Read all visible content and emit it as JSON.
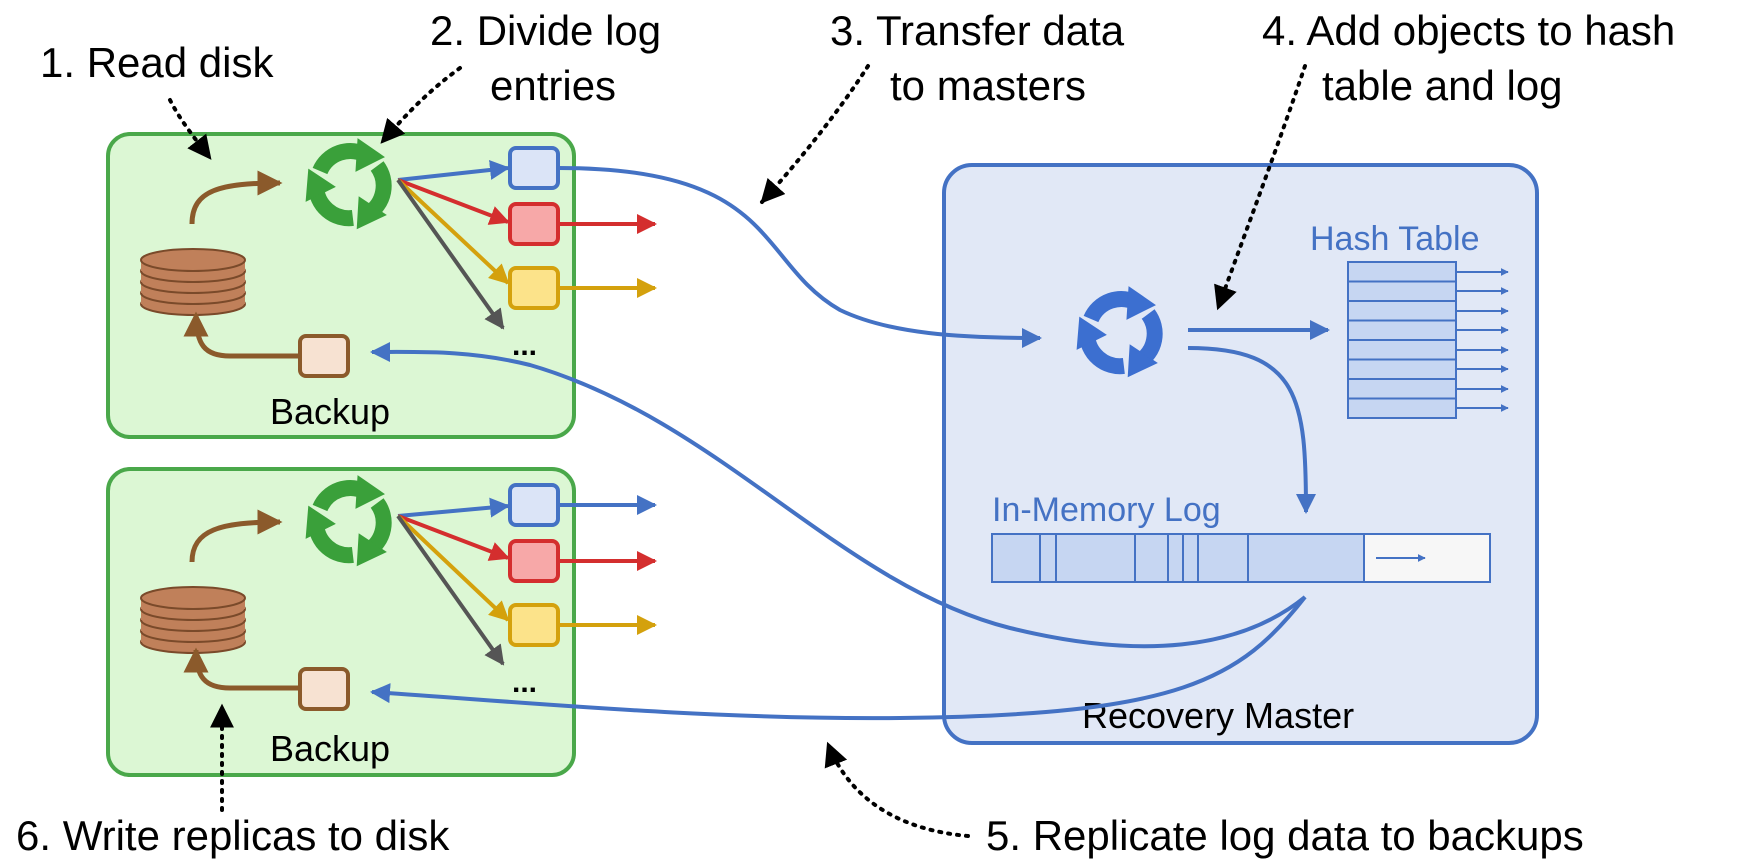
{
  "steps": {
    "s1": "1. Read disk",
    "s2_line1": "2. Divide log",
    "s2_line2": "entries",
    "s3_line1": "3. Transfer data",
    "s3_line2": "to masters",
    "s4_line1": "4. Add objects to hash",
    "s4_line2": "table and log",
    "s5": "5. Replicate log data to backups",
    "s6": "6. Write replicas to disk"
  },
  "backup_top": {
    "label": "Backup",
    "more": "..."
  },
  "backup_bottom": {
    "label": "Backup",
    "more": "..."
  },
  "recovery_master": {
    "label": "Recovery Master",
    "hash_table_label": "Hash Table",
    "log_label": "In-Memory Log"
  },
  "colors": {
    "backup_fill": "#dcf7d4",
    "backup_stroke": "#4aa84a",
    "master_fill": "#e1e8f6",
    "master_stroke": "#4472c4",
    "blue_arrow": "#4472c4",
    "red_arrow": "#d42e2e",
    "yellow_arrow": "#d4a10d",
    "gray_arrow": "#555555",
    "brown_arrow": "#8b5a2b",
    "disk_fill": "#c0805a",
    "recycle_green": "#3aa03a",
    "recycle_blue": "#3c6fd0"
  },
  "icons": [
    "disk-stack-icon",
    "recycle-icon"
  ]
}
